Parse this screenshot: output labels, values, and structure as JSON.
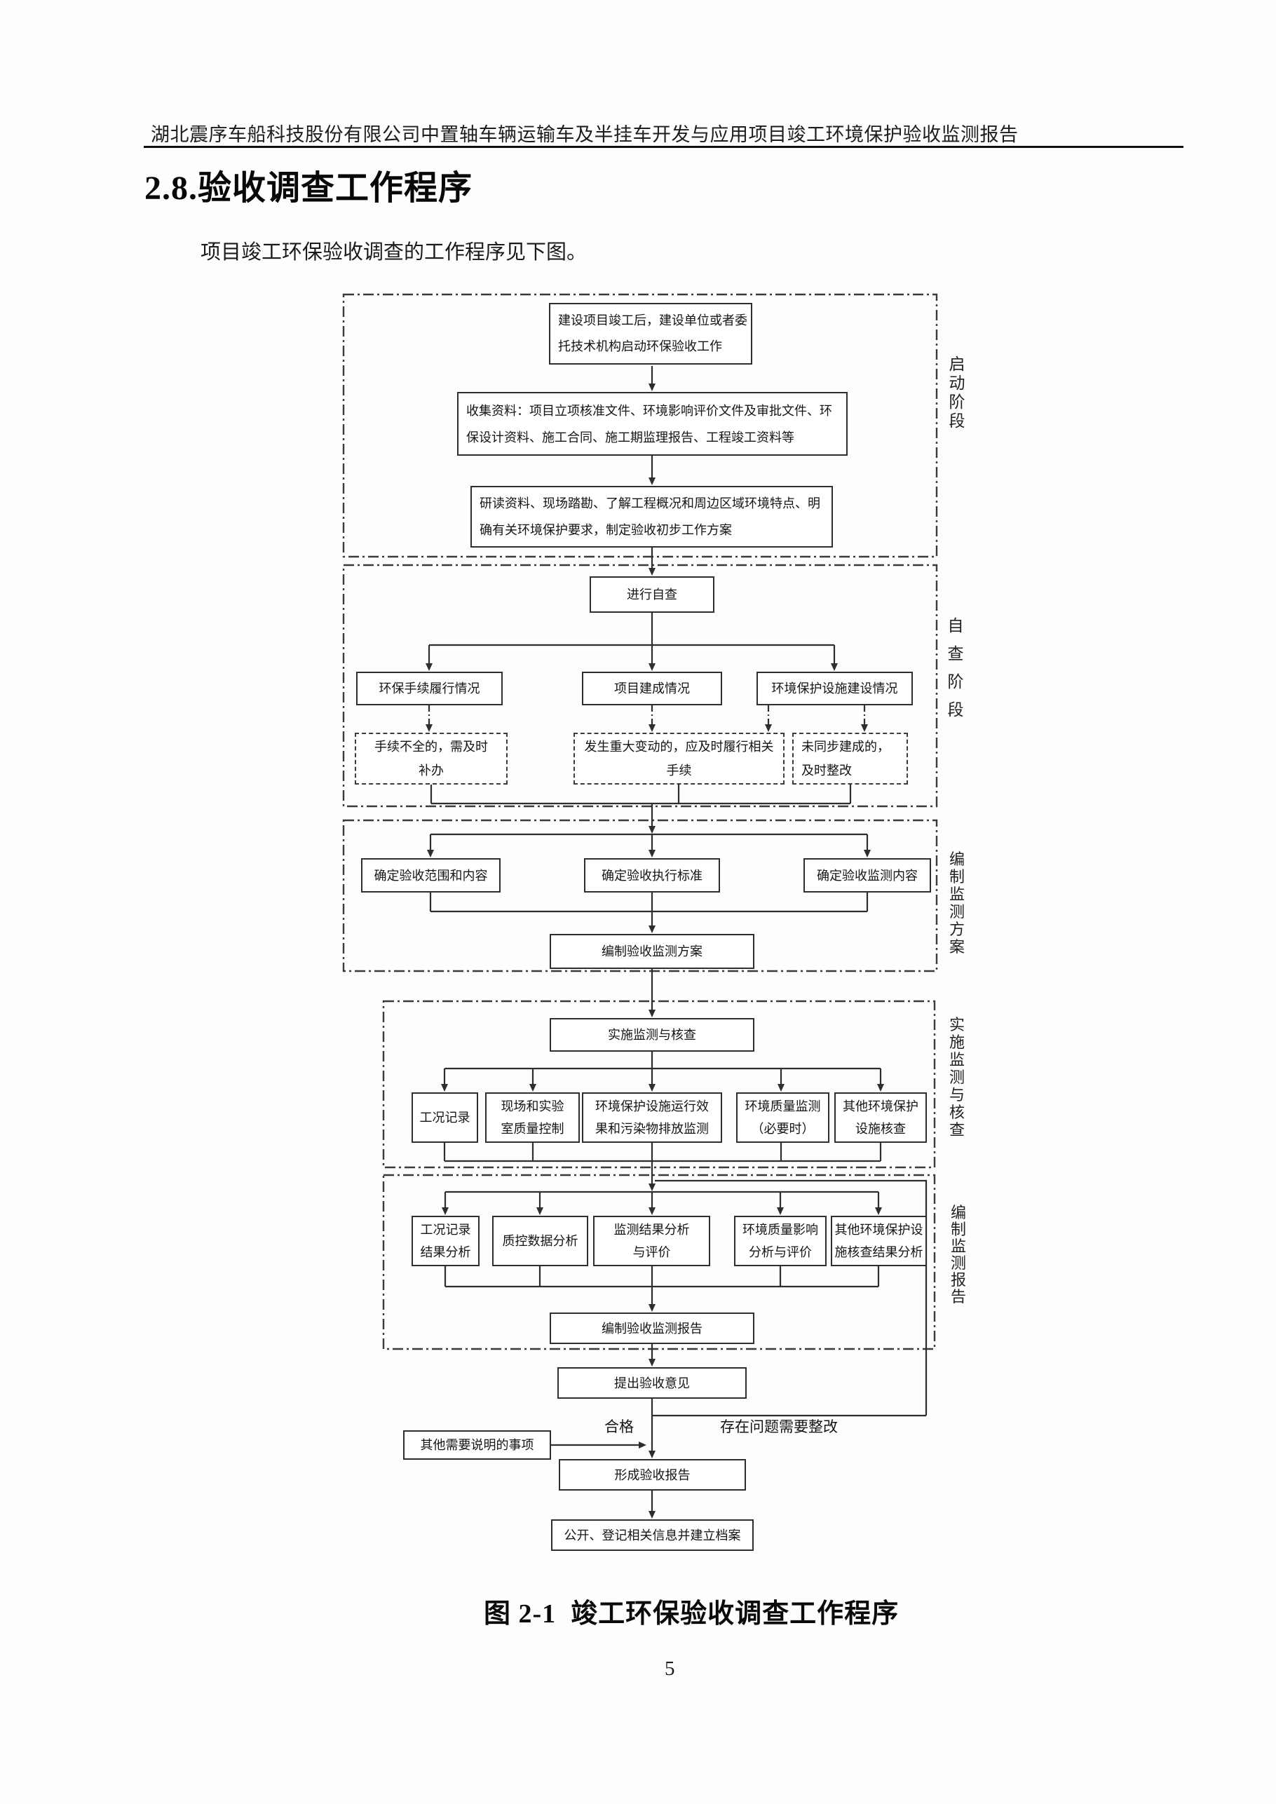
{
  "page": {
    "header": "湖北震序车船科技股份有限公司中置轴车辆运输车及半挂车开发与应用项目竣工环境保护验收监测报告",
    "section_title": "2.8.验收调查工作程序",
    "intro": "项目竣工环保验收调查的工作程序见下图。",
    "figure_caption": "图 2-1  竣工环保验收调查工作程序",
    "page_number": "5"
  },
  "flowchart": {
    "stage_labels": [
      "启动阶段",
      "自查阶段",
      "编制监测方案",
      "实施监测与核查",
      "编制监测报告"
    ],
    "edge_labels": {
      "pass": "合格",
      "rework": "存在问题需要整改"
    },
    "nodes": {
      "start": "建设项目竣工后，建设单位或者委\n托技术机构启动环保验收工作",
      "collect": "收集资料：项目立项核准文件、环境影响评价文件及审批文件、环\n保设计资料、施工合同、施工期监理报告、工程竣工资料等",
      "study": "研读资料、现场踏勘、了解工程概况和周边区域环境特点、明\n确有关环境保护要求，制定验收初步工作方案",
      "self_check": "进行自查",
      "proc_status": "环保手续履行情况",
      "build_status": "项目建成情况",
      "env_facility_status": "环境保护设施建设情况",
      "proc_fix": "手续不全的，需及时\n补办",
      "major_change": "发生重大变动的，应及时履行相关\n手续",
      "not_synced": "未同步建成的，\n及时整改",
      "scope": "确定验收范围和内容",
      "standard": "确定验收执行标准",
      "monitor_content": "确定验收监测内容",
      "plan": "编制验收监测方案",
      "implement": "实施监测与核查",
      "work_record": "工况记录",
      "site_qc": "现场和实验\n室质量控制",
      "facility_effect": "环境保护设施运行效\n果和污染物排放监测",
      "env_quality": "环境质量监测\n（必要时）",
      "other_check": "其他环境保护\n设施核查",
      "record_analysis": "工况记录\n结果分析",
      "qc_analysis": "质控数据分析",
      "result_analysis": "监测结果分析\n与评价",
      "env_impact": "环境质量影响\n分析与评价",
      "other_analysis": "其他环境保护设\n施核查结果分析",
      "report": "编制验收监测报告",
      "opinion": "提出验收意见",
      "other_notes": "其他需要说明的事项",
      "final_report": "形成验收报告",
      "publish": "公开、登记相关信息并建立档案"
    }
  }
}
